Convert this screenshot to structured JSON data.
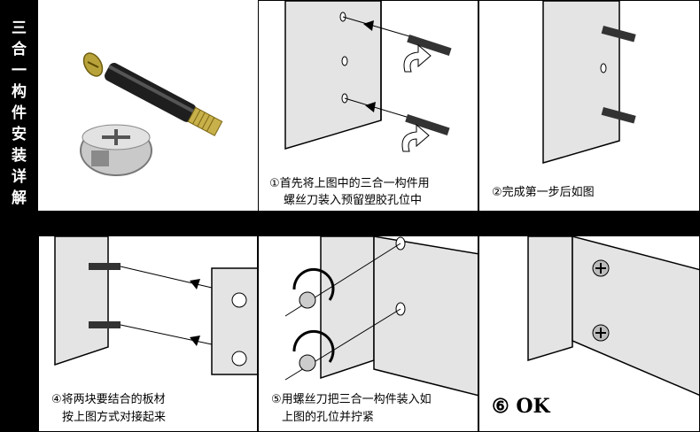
{
  "sidebar": {
    "title_chars": [
      "三",
      "合",
      "一",
      "构",
      "件",
      "安",
      "装",
      "详",
      "解"
    ]
  },
  "steps": [
    {
      "caption_lines": [
        "①首先将上图中的三合一构件用",
        "螺丝刀装入预留塑胶孔位中"
      ]
    },
    {
      "caption_lines": [
        "②完成第一步后如图"
      ]
    },
    {
      "caption_lines": [
        "④将两块要结合的板材",
        "按上图方式对接起来"
      ]
    },
    {
      "caption_lines": [
        "⑤用螺丝刀把三合一构件装入如",
        "上图的孔位并拧紧"
      ]
    },
    {
      "caption_lines": [
        "⑥ OK"
      ]
    }
  ],
  "colors": {
    "background": "#000000",
    "panel": "#ffffff",
    "board": "#e4e4e4",
    "dowel": "#333333"
  }
}
